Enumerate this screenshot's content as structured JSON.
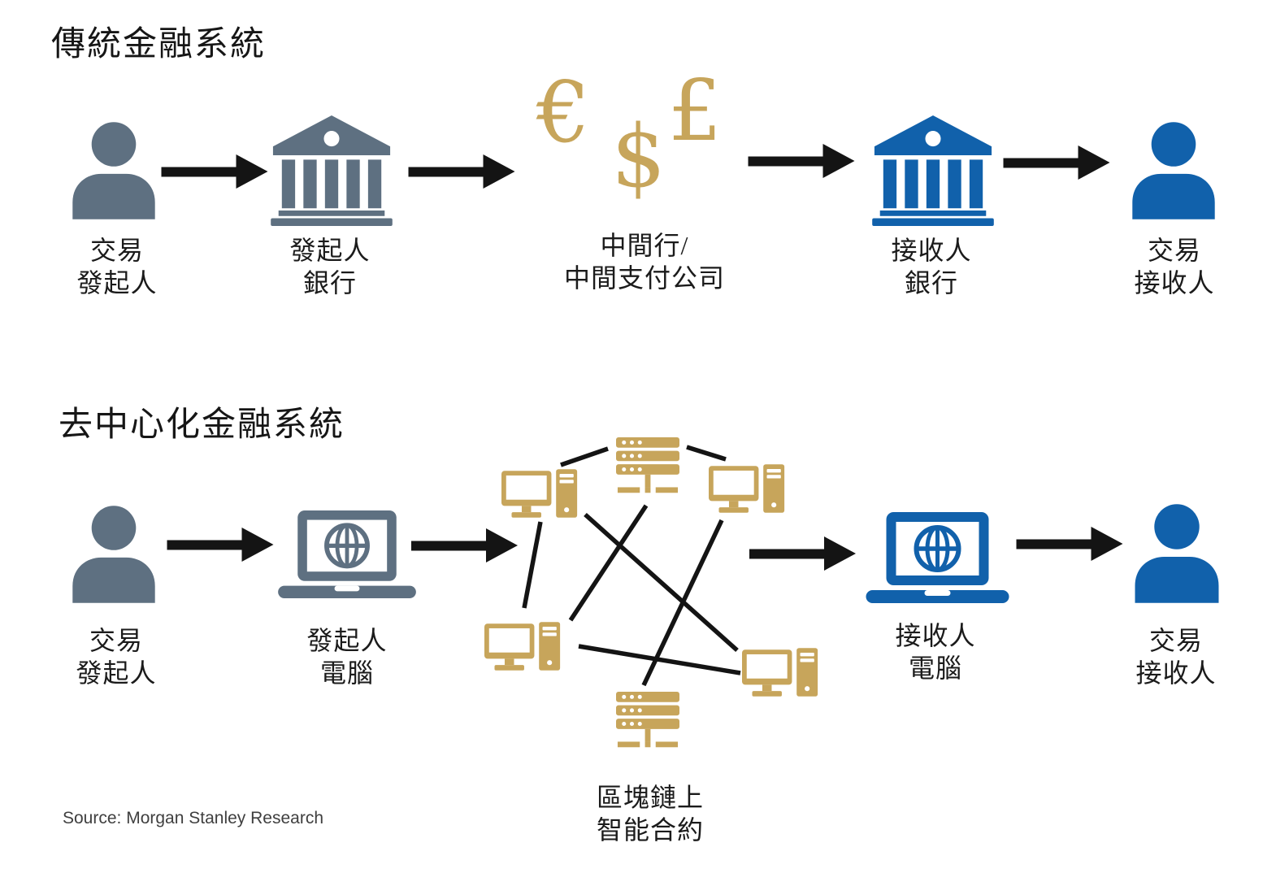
{
  "titles": {
    "traditional": "傳統金融系統",
    "decentralized": "去中心化金融系統"
  },
  "currency_symbols": {
    "euro": "€",
    "dollar": "$",
    "pound": "£"
  },
  "labels": {
    "transaction_originator": [
      "交易",
      "發起人"
    ],
    "originator_bank": [
      "發起人",
      "銀行"
    ],
    "intermediary": [
      "中間行/",
      "中間支付公司"
    ],
    "receiver_bank": [
      "接收人",
      "銀行"
    ],
    "transaction_receiver": [
      "交易",
      "接收人"
    ],
    "originator_computer": [
      "發起人",
      "電腦"
    ],
    "receiver_computer": [
      "接收人",
      "電腦"
    ],
    "blockchain_smart_contract": [
      "區塊鏈上",
      "智能合約"
    ]
  },
  "source_note": "Source: Morgan Stanley Research",
  "colors": {
    "slate_gray": "#5e7081",
    "brand_blue": "#1161ab",
    "gold": "#c7a55b",
    "arrow_black": "#141414",
    "label_text": "#1b1b1b",
    "source_text": "#3f3f3f"
  },
  "icons": {
    "person": "person-icon",
    "bank": "bank-icon",
    "laptop_globe": "laptop-globe-icon",
    "desktop_computer": "desktop-computer-icon",
    "server_rack": "server-rack-icon",
    "arrow_right": "arrow-right-icon"
  }
}
